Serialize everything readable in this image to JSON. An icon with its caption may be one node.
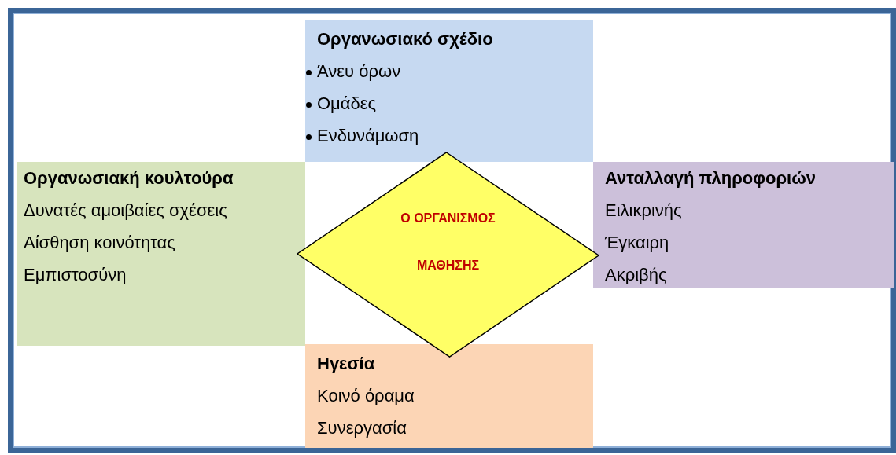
{
  "diagram": {
    "nodes": [
      {
        "text": [
          "Οργανωσιακό σχέδιο",
          "Άνευ όρων",
          "Ομάδες",
          "Ενδυνάμωση"
        ]
      },
      {
        "text": [
          "Οργανωσιακή κουλτούρα",
          "Δυνατές αμοιβαίες σχέσεις",
          "Αίσθηση κοινότητας",
          "Εμπιστοσύνη"
        ]
      },
      {
        "text": [
          "Ανταλλαγή πληροφοριών",
          "Ειλικρινής",
          "Έγκαιρη",
          "Ακριβής"
        ]
      },
      {
        "text": [
          "Ηγεσία",
          "Κοινό όραμα",
          "Συνεργασία"
        ]
      },
      {
        "text": [
          "Ο ΟΡΓΑΝΙΣΜΟΣ",
          "ΜΑΘΗΣΗΣ"
        ]
      }
    ]
  }
}
